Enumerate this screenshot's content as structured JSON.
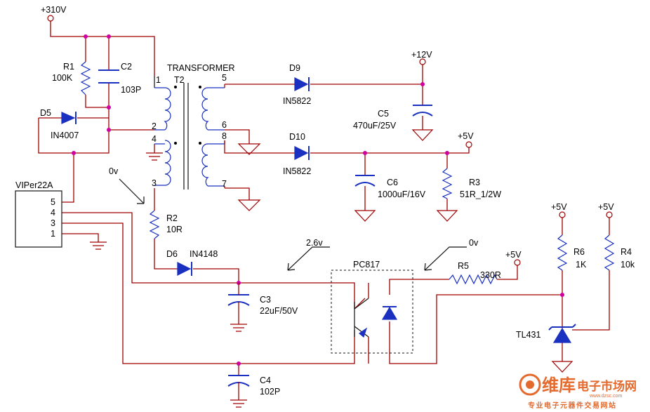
{
  "rails": {
    "v310": "+310V",
    "v12": "+12V",
    "v5_out": "+5V",
    "v5_pc817": "+5V",
    "v5_r6": "+5V",
    "v5_r4": "+5V"
  },
  "components": {
    "r1": {
      "ref": "R1",
      "value": "100K"
    },
    "c2": {
      "ref": "C2",
      "value": "103P"
    },
    "d5": {
      "ref": "D5",
      "value": "IN4007"
    },
    "transformer": {
      "title": "TRANSFORMER",
      "ref": "T2"
    },
    "d9": {
      "ref": "D9",
      "value": "IN5822"
    },
    "d10": {
      "ref": "D10",
      "value": "IN5822"
    },
    "c5": {
      "ref": "C5",
      "value": "470uF/25V"
    },
    "c6": {
      "ref": "C6",
      "value": "1000uF/16V"
    },
    "r3": {
      "ref": "R3",
      "value": "51R_1/2W"
    },
    "viper": {
      "ref": "VIPer22A",
      "pins": [
        "5",
        "4",
        "3",
        "1"
      ]
    },
    "r2": {
      "ref": "R2",
      "value": "10R"
    },
    "d6": {
      "ref": "D6",
      "value": "IN4148"
    },
    "c3": {
      "ref": "C3",
      "value": "22uF/50V"
    },
    "c4": {
      "ref": "C4",
      "value": "102P"
    },
    "pc817": {
      "ref": "PC817"
    },
    "r5": {
      "ref": "R5",
      "value": "330R"
    },
    "r6": {
      "ref": "R6",
      "value": "1K"
    },
    "r4": {
      "ref": "R4",
      "value": "10k"
    },
    "tl431": {
      "ref": "TL431"
    }
  },
  "pins": {
    "t_1": "1",
    "t_2": "2",
    "t_4": "4",
    "t_3": "3",
    "t_5": "5",
    "t_6": "6",
    "t_8": "8",
    "t_7": "7"
  },
  "annotations": {
    "ov_a": "0v",
    "v26": "2.6v",
    "ov_b": "0v"
  },
  "logo": {
    "main": "维库",
    "sub": "电子市场网",
    "tagline": "专业电子元器件交易网站",
    "url": "www.dzsc.com"
  },
  "colors": {
    "wire": "#a00000",
    "component": "#1a30c0",
    "junction": "#d000a0",
    "logo": "#e46a2e"
  }
}
